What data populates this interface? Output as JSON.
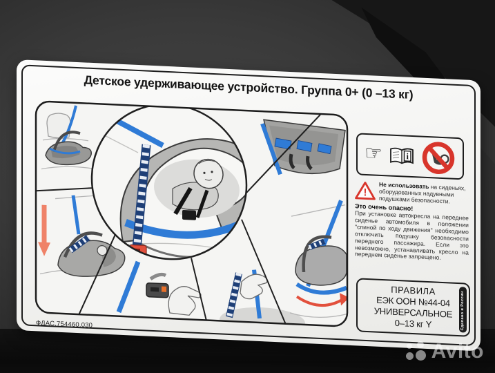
{
  "photo": {
    "watermark_text": "Avito"
  },
  "label": {
    "title": "Детское удерживающее устройство. Группа 0+ (0 –13 кг)",
    "part_number": "ФДАС.754460.030",
    "icons_box": {
      "icons": [
        "pointing-hand-icon",
        "instruction-manual-icon",
        "no-front-airbag-icon"
      ],
      "pointing_hand_glyph": "☞",
      "manual_letter": "i"
    },
    "warning": {
      "exclamation": "!",
      "no_use_bold": "Не использовать",
      "no_use_rest": " на сиденьях, оборудованных надувными подушками безопасности.",
      "danger": "Это очень опасно!",
      "body": "При установке автокресла на переднее сиденье автомобиля в положении \"спиной по ходу движения\" необходимо отключить подушку безопасности переднего пассажира. Если это невозможно, устанавливать кресло на переднем сиденье запрещено."
    },
    "approval_box": {
      "lines": [
        "ПРАВИЛА",
        "ЕЭК ООН №44-04",
        "УНИВЕРСАЛЬНОЕ",
        "0–13 кг Y"
      ],
      "side_strip": "Сделано в России"
    },
    "colors": {
      "belt_blue": "#2f7bd6",
      "stripe_navy": "#1e3f77",
      "warning_red": "#d8352b",
      "buckle_orange": "#e8702a",
      "arrow_salmon": "#ef8268",
      "label_bg": "#f2f2f0"
    }
  }
}
